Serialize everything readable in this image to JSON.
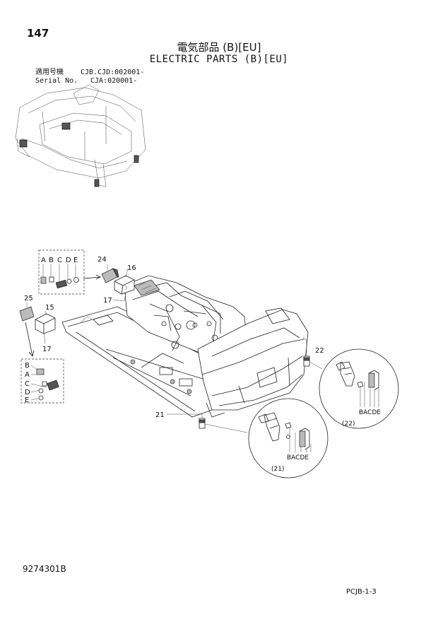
{
  "header": {
    "page_number": "147",
    "title_jp": "電気部品 (B)[EU]",
    "title_en": "ELECTRIC PARTS (B)[EU]"
  },
  "serial_info": {
    "row1_label": "適用号機",
    "row1_value": "CJB.CJD:002001-",
    "row2_label": "Serial No.",
    "row2_value": "CJA:020001-"
  },
  "callouts": {
    "c24": "24",
    "c16": "16",
    "c17a": "17",
    "c25": "25",
    "c15": "15",
    "c17b": "17",
    "c22": "22",
    "c21": "21"
  },
  "inset_top": {
    "letters": [
      "A",
      "B",
      "C",
      "D",
      "E"
    ]
  },
  "inset_left": {
    "letters": [
      "B",
      "A",
      "C",
      "D",
      "E"
    ]
  },
  "detail_22": {
    "letters": "BACDE",
    "caption": "(22)"
  },
  "detail_21": {
    "letters": "BACDE",
    "caption": "(21)"
  },
  "footer": {
    "doc_code": "9274301B",
    "page_code": "PCJB-1-3"
  }
}
